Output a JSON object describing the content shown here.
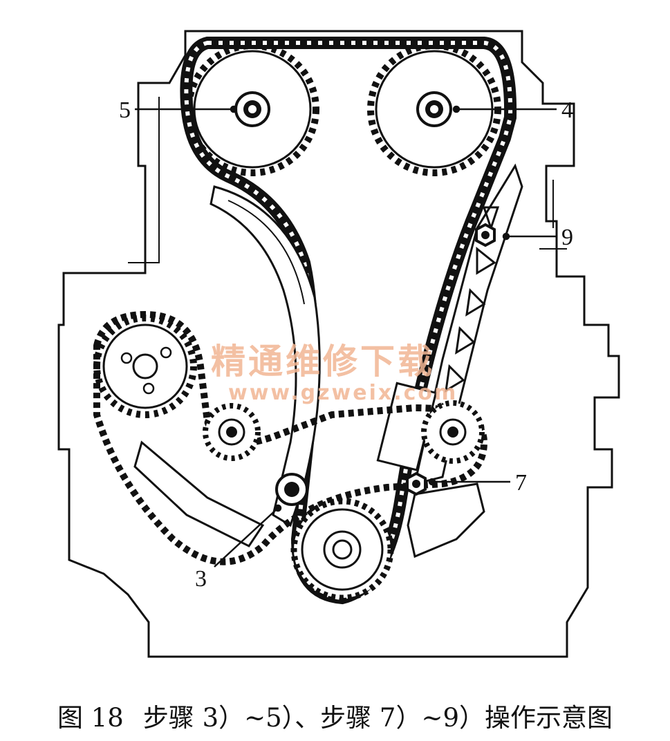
{
  "figure": {
    "number": "图 18",
    "caption": "步骤 3）~5）、步骤 7）~9）操作示意图"
  },
  "callouts": [
    "5",
    "4",
    "9",
    "7",
    "3"
  ],
  "watermark": {
    "line1": "精通维修下载",
    "line2": "www.gzweix.com"
  }
}
